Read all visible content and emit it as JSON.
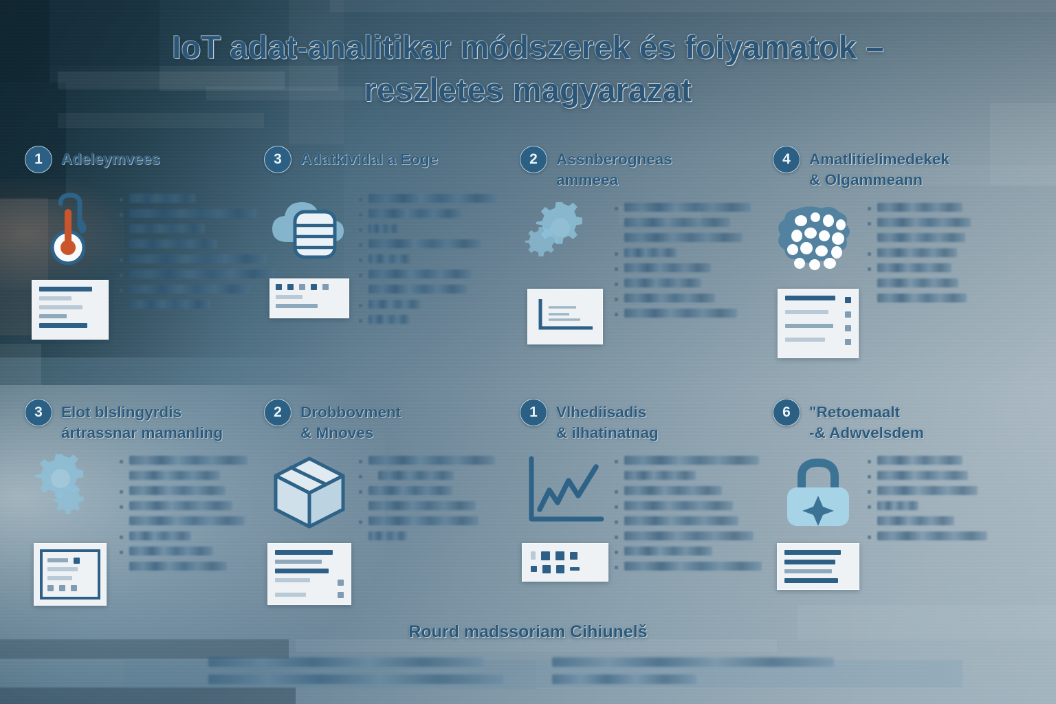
{
  "document": {
    "kind": "infographic-poster",
    "language": "hu",
    "title_line_1": "IoT adat-analitikar módszerek és foiyamatok –",
    "title_line_2": "reszletes magyarazat"
  },
  "palette": {
    "accent_badge": "#2c5f82",
    "heading_text": "#2d5a7b",
    "title_text": "#2c5676",
    "icon_outline": "#2f6285",
    "icon_fill": "#8fc2da",
    "mercury_orange": "#c8552c",
    "background_dark": "#1f3a47",
    "background_light": "#adbcc4",
    "mockup_card": "#eef2f5"
  },
  "cards": [
    {
      "number": "1",
      "title": "Adeleymvees",
      "icon": "thermometer-icon",
      "mockup": "form-screenshot-mockup",
      "bullet_widths": [
        96,
        186,
        110,
        128,
        200,
        212,
        176,
        118
      ]
    },
    {
      "number": "3",
      "title": "Adatkividal a Eoge",
      "icon": "cloud-database-icon",
      "mockup": "toolbar-screenshot-mockup",
      "bullet_widths": [
        186,
        136,
        44,
        164,
        62,
        190,
        144,
        76,
        60
      ]
    },
    {
      "number": "2",
      "title_line_1": "Assnberogneas",
      "title_line_2": "ammeea",
      "title": "Assnberogneas ammeea",
      "icon": "gears-icon",
      "mockup": "chart-axes-screenshot-mockup",
      "bullet_widths": [
        184,
        154,
        172,
        76,
        126,
        112,
        132,
        164
      ]
    },
    {
      "number": "4",
      "title_line_1": "Amatlitielimedekek",
      "title_line_2": "& Olgammeann",
      "title": "Amatlitielimedekek & Olgammeann",
      "icon": "neural-network-icon",
      "mockup": "list-screenshot-mockup",
      "bullet_widths": [
        124,
        136,
        128,
        116,
        108,
        118,
        130
      ]
    },
    {
      "number": "3",
      "title_line_1": "Elot blslingyrdis",
      "title_line_2": "ártrassnar mamanling",
      "title": "Elot blslingyrdis ártrassnar mamanling",
      "icon": "gears-icon",
      "mockup": "framed-screenshot-mockup",
      "bullet_widths": [
        172,
        132,
        140,
        150,
        168,
        90,
        122,
        142
      ]
    },
    {
      "number": "2",
      "title_line_1": "Drobbovment",
      "title_line_2": "& Mnoves",
      "title": "Drobbovment & Mnoves",
      "icon": "package-box-icon",
      "mockup": "document-screenshot-mockup",
      "bullet_widths": [
        184,
        110,
        122,
        156,
        160,
        56
      ]
    },
    {
      "number": "1",
      "title_line_1": "Vlhediisadis",
      "title_line_2": "& ilhatinatnag",
      "title": "Vlhediisadis & ilhatinatnag",
      "icon": "line-chart-icon",
      "mockup": "dashboard-screenshot-mockup",
      "bullet_widths": [
        196,
        104,
        142,
        158,
        166,
        188,
        128,
        200
      ]
    },
    {
      "number": "6",
      "title_line_1": "\"Retoemaalt",
      "title_line_2": "-& Adwvelsdem",
      "title": "\"Retoemaalt -& Adwvelsdem",
      "icon": "lock-sparkle-icon",
      "mockup": "text-lines-screenshot-mockup",
      "bullet_widths": [
        124,
        132,
        146,
        60,
        112,
        160
      ]
    }
  ],
  "footer": {
    "title": "Rourd madssoriam Cihiunelš",
    "left_column_lines": [
      400,
      430
    ],
    "right_column_lines": [
      410,
      210
    ]
  }
}
